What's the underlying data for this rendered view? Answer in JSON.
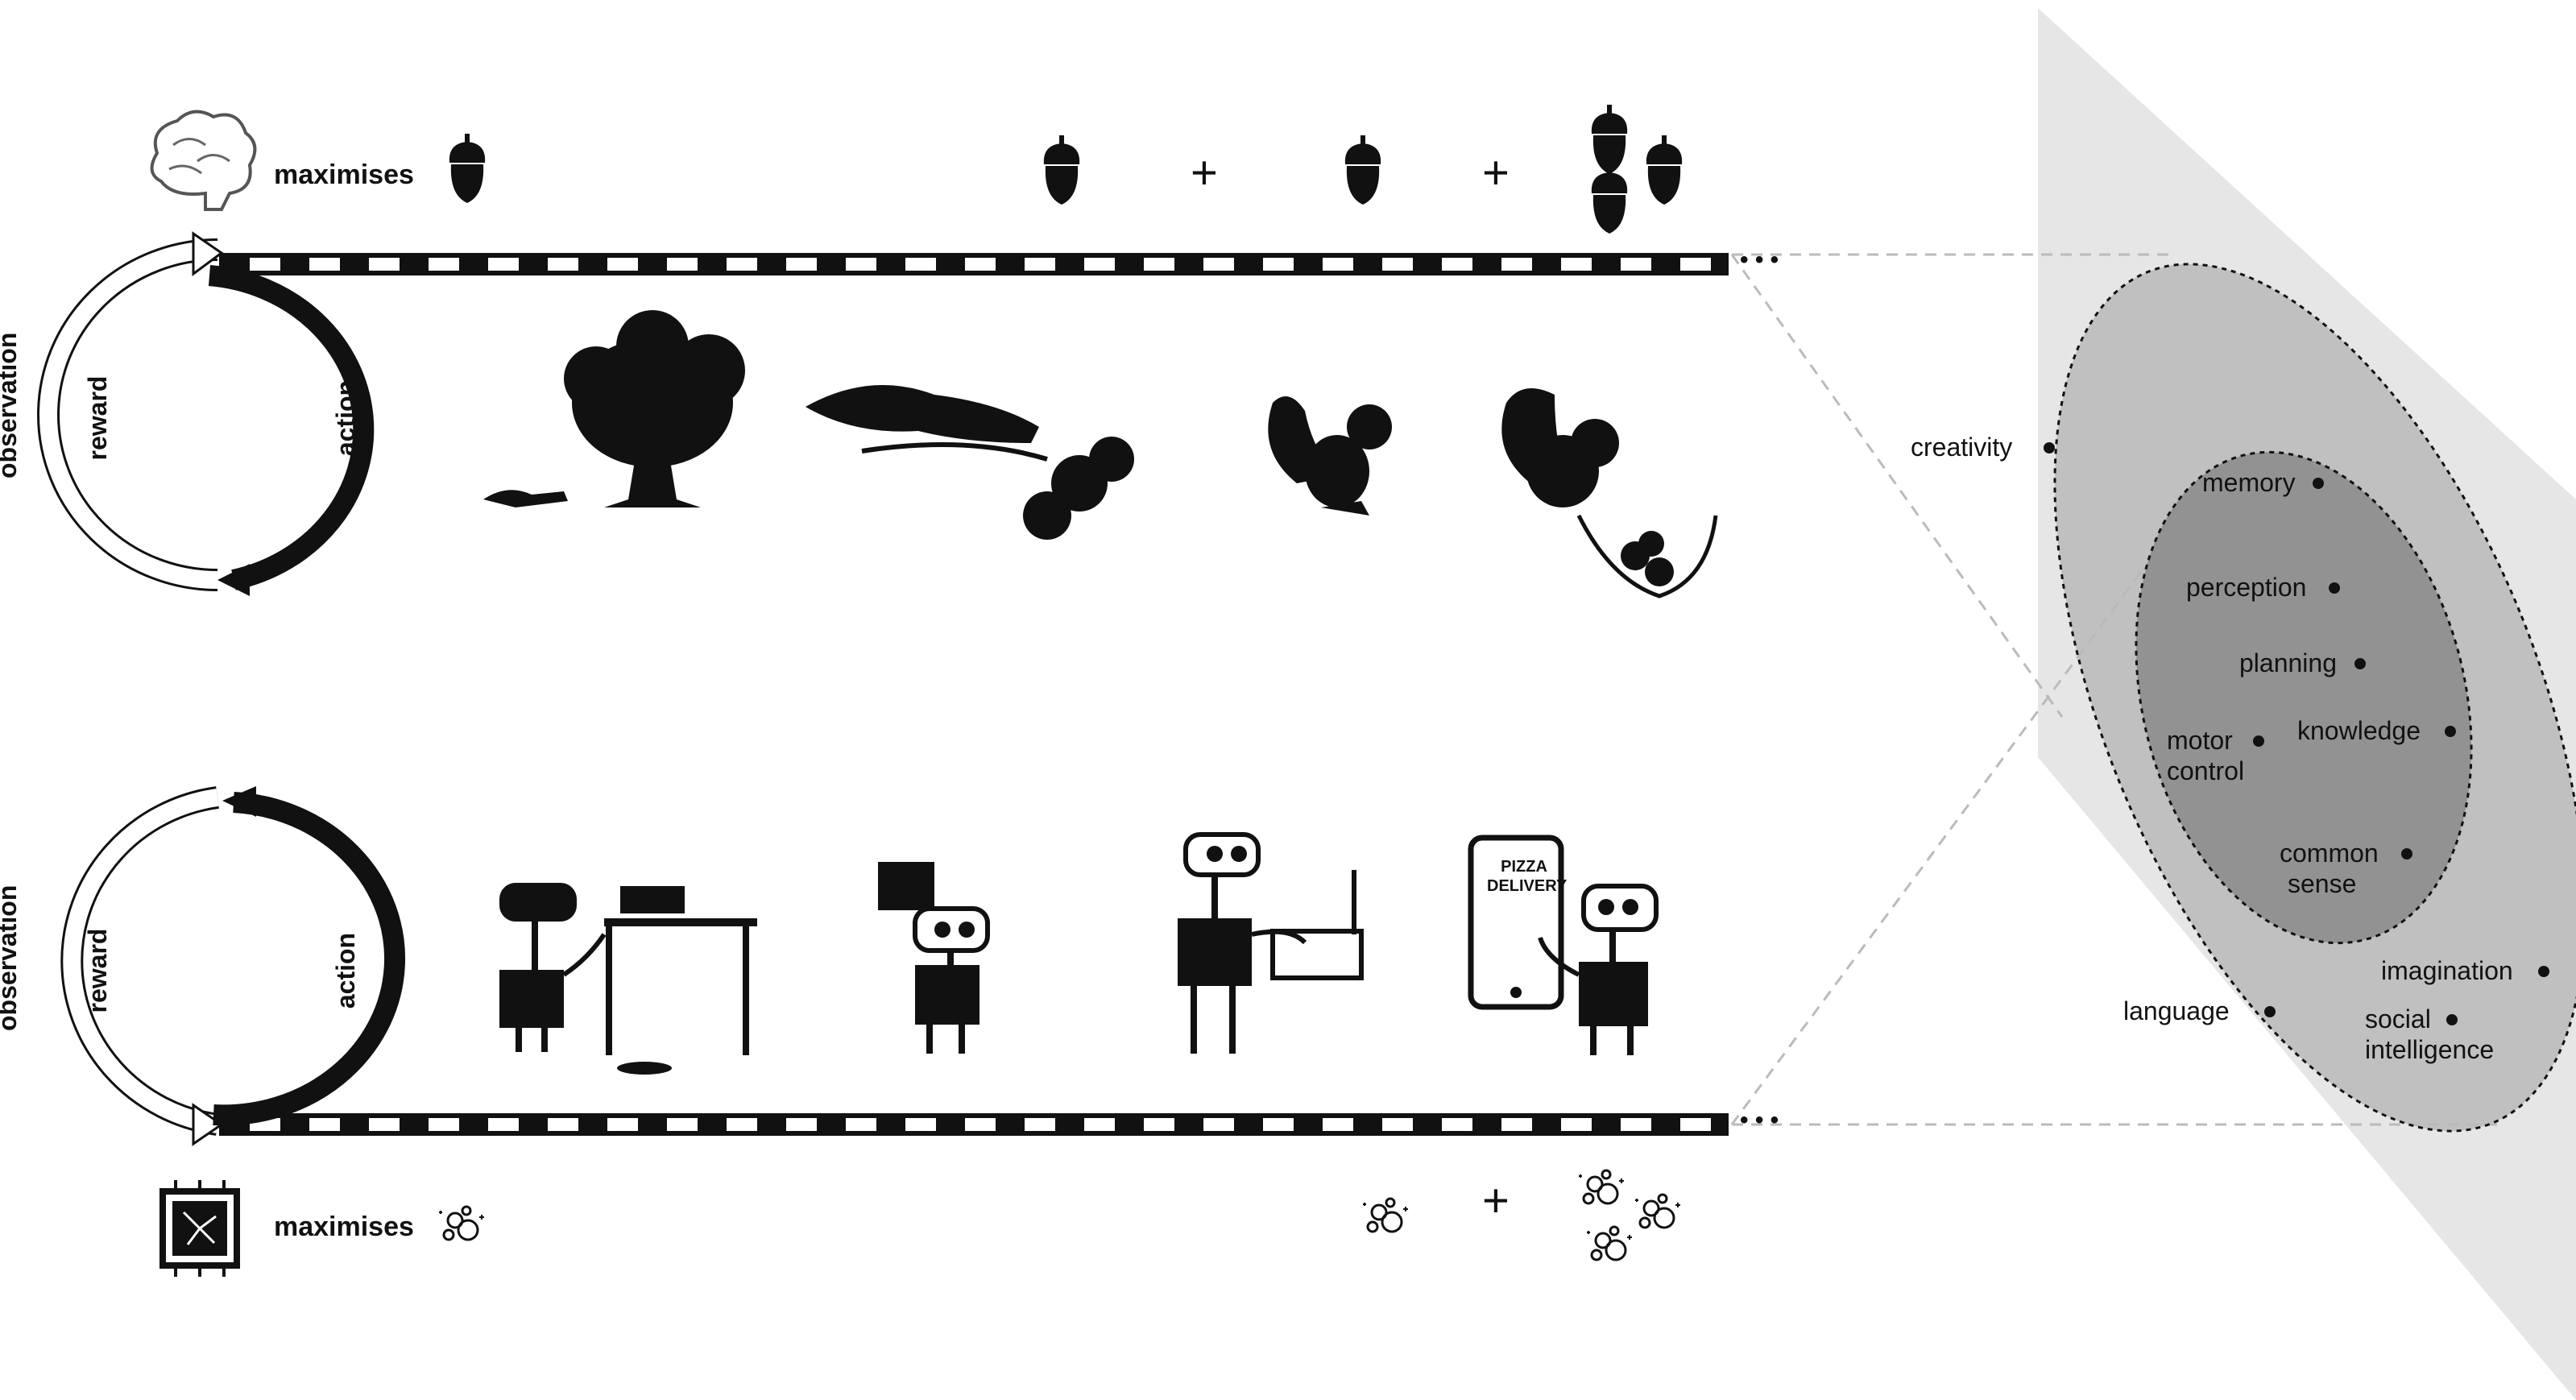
{
  "top_agent": {
    "icon": "brain-icon",
    "maximises_label": "maximises",
    "reward_symbol": "acorn-icon",
    "plus_1": "+",
    "plus_2": "+",
    "loop": {
      "observation": "observation",
      "reward": "reward",
      "action": "action"
    },
    "scenes": [
      "squirrel-and-tree-icon",
      "squirrel-on-branch-icon",
      "squirrel-eating-icon",
      "squirrel-storing-acorns-icon"
    ]
  },
  "bottom_agent": {
    "icon": "chip-icon",
    "maximises_label": "maximises",
    "reward_symbol": "bubbles-icon",
    "plus": "+",
    "loop": {
      "observation": "observation",
      "reward": "reward",
      "action": "action"
    },
    "scenes": [
      "robot-clearing-table-icon",
      "robot-carrying-plates-icon",
      "robot-washing-dishes-icon",
      "robot-pizza-delivery-icon"
    ],
    "phone_text": [
      "PIZZA",
      "DELIVERY"
    ]
  },
  "continuation": "• • •",
  "abilities": {
    "outer": [
      "creativity",
      "imagination",
      "language",
      "social intelligence"
    ],
    "inner": [
      "memory",
      "perception",
      "planning",
      "knowledge",
      "motor control",
      "common sense"
    ],
    "labels": {
      "creativity": "creativity",
      "memory": "memory",
      "perception": "perception",
      "planning": "planning",
      "motor": [
        "motor",
        "control"
      ],
      "knowledge": "knowledge",
      "common": [
        "common",
        "sense"
      ],
      "imagination": "imagination",
      "language": "language",
      "social": [
        "social",
        "intelligence"
      ]
    }
  },
  "colors": {
    "panel_light": "#e6e6e6",
    "ellipse_outer": "#b9b9b9",
    "ellipse_inner": "#8a8a8a",
    "ink": "#111111"
  }
}
